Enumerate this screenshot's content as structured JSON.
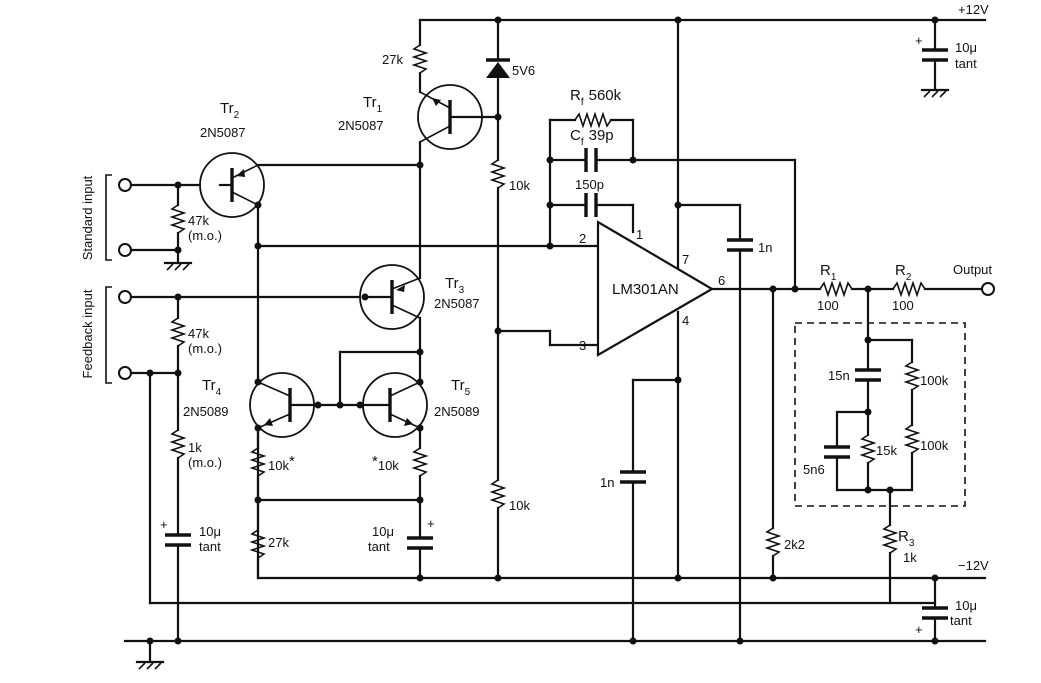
{
  "rails": {
    "positive": "+12V",
    "negative": "−12V"
  },
  "io": {
    "standard_input": "Standard input",
    "feedback_input": "Feedback input",
    "output": "Output"
  },
  "opamp": {
    "name": "LM301AN",
    "pins": {
      "p1": "1",
      "p2": "2",
      "p3": "3",
      "p4": "4",
      "p6": "6",
      "p7": "7"
    }
  },
  "transistors": {
    "tr1": {
      "label": "Tr",
      "sub": "1",
      "part": "2N5087"
    },
    "tr2": {
      "label": "Tr",
      "sub": "2",
      "part": "2N5087"
    },
    "tr3": {
      "label": "Tr",
      "sub": "3",
      "part": "2N5087"
    },
    "tr4": {
      "label": "Tr",
      "sub": "4",
      "part": "2N5089"
    },
    "tr5": {
      "label": "Tr",
      "sub": "5",
      "part": "2N5089"
    }
  },
  "components": {
    "r_27k_top": "27k",
    "zener": "5V6",
    "r_10k_upper": "10k",
    "r_10k_lower": "10k",
    "rf": {
      "label": "R",
      "sub": "f",
      "value": "560k"
    },
    "cf": {
      "label": "C",
      "sub": "f",
      "value": "39p"
    },
    "c_150p": "150p",
    "r_47k_std": "47k",
    "r_47k_std_note": "(m.o.)",
    "r_47k_fb": "47k",
    "r_47k_fb_note": "(m.o.)",
    "r_1k_fb": "1k",
    "r_1k_fb_note": "(m.o.)",
    "c_10u_fb": "10μ",
    "c_10u_fb_note": "tant",
    "r_10k_tr4": "10k",
    "r_10k_tr5": "10k",
    "star": "*",
    "r_27k_bottom": "27k",
    "c_10u_mid": "10μ",
    "c_10u_mid_note": "tant",
    "c_1n_p7": "1n",
    "c_1n_p4": "1n",
    "r_2k2": "2k2",
    "r1": {
      "label": "R",
      "sub": "1",
      "value": "100"
    },
    "r2": {
      "label": "R",
      "sub": "2",
      "value": "100"
    },
    "c_15n": "15n",
    "r_100k_a": "100k",
    "r_100k_b": "100k",
    "c_5n6": "5n6",
    "r_15k": "15k",
    "r3": {
      "label": "R",
      "sub": "3",
      "value": "1k"
    },
    "c_10u_top": "10μ",
    "c_10u_top_note": "tant",
    "c_10u_bot": "10μ",
    "c_10u_bot_note": "tant",
    "plus": "+"
  }
}
